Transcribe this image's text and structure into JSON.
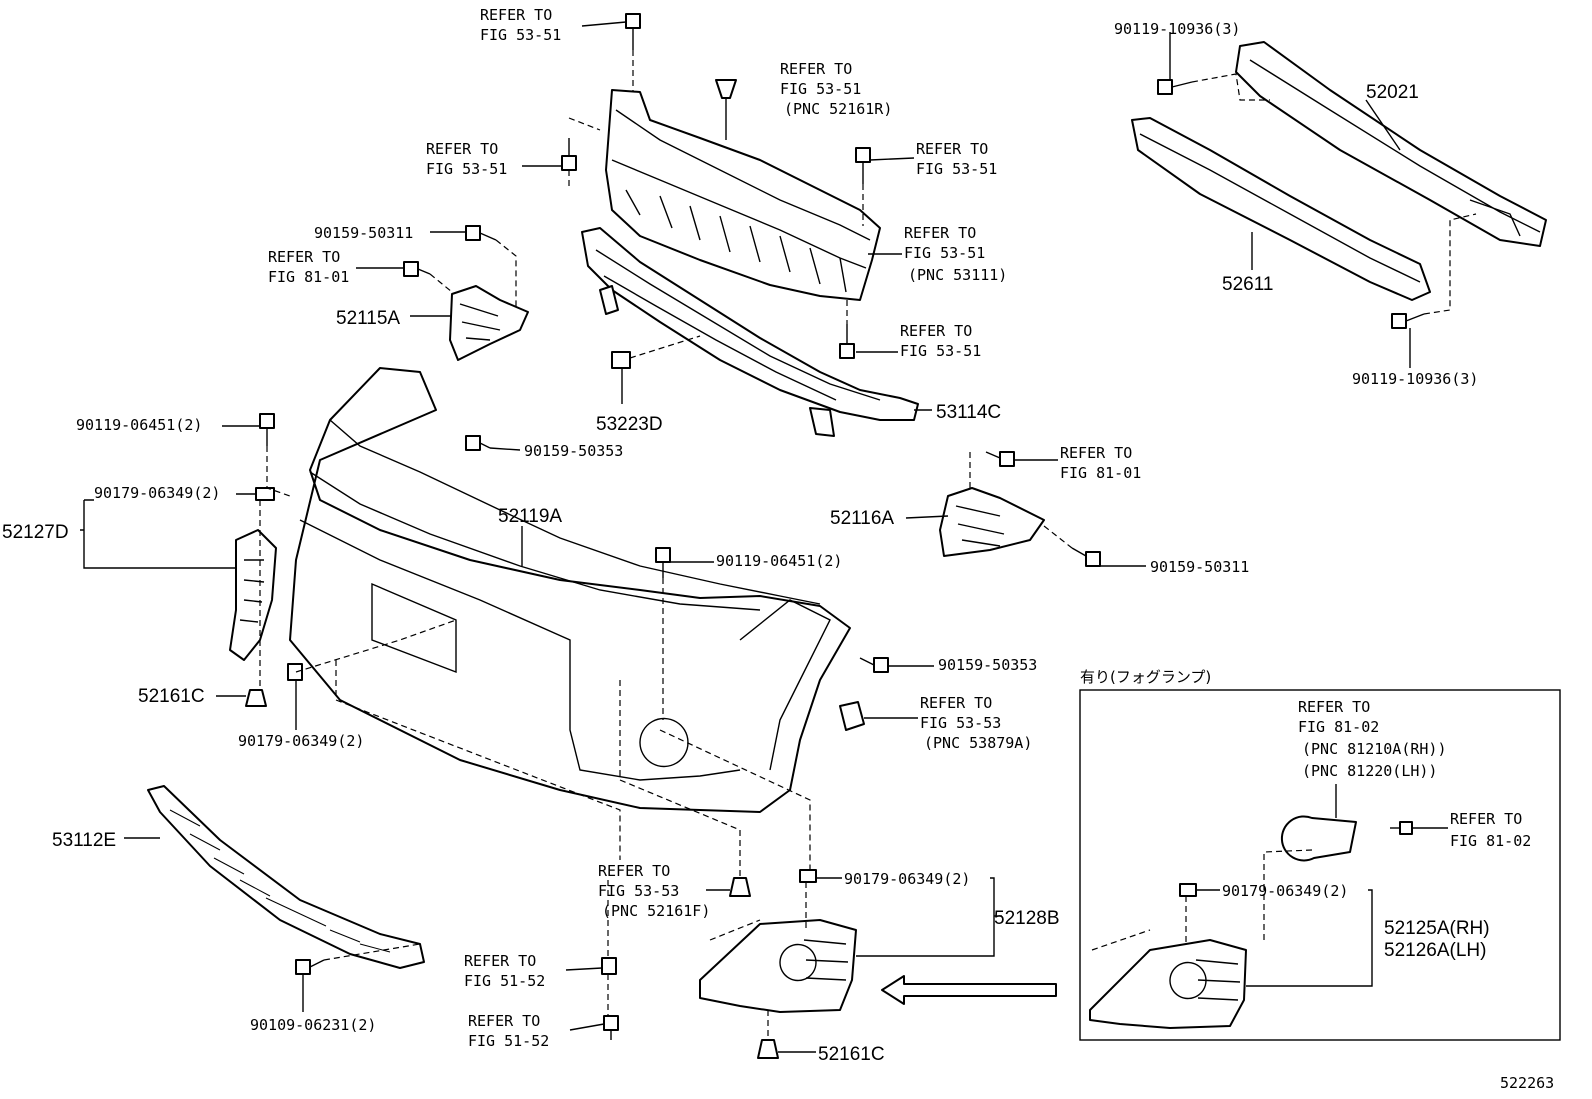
{
  "labels": {
    "ref_top": [
      "REFER TO",
      "FIG 53-51"
    ],
    "ref_clip": [
      "REFER TO",
      "FIG 53-51",
      "(PNC 52161R)"
    ],
    "ref_left_bolt": [
      "REFER TO",
      "FIG 53-51"
    ],
    "ref_right_bolt": [
      "REFER TO",
      "FIG 53-51"
    ],
    "ref_grille_pnc": [
      "REFER TO",
      "FIG 53-51",
      "(PNC 53111)"
    ],
    "ref_lower_bolt": [
      "REFER TO",
      "FIG 53-51"
    ],
    "ref_81_01_left": [
      "REFER TO",
      "FIG 81-01"
    ],
    "ref_81_01_right": [
      "REFER TO",
      "FIG 81-01"
    ],
    "ref_53_53_side": [
      "REFER TO",
      "FIG 53-53",
      "(PNC 53879A)"
    ],
    "ref_53_53_bottom": [
      "REFER TO",
      "FIG 53-53",
      "(PNC 52161F)"
    ],
    "ref_51_52_a": [
      "REFER TO",
      "FIG 51-52"
    ],
    "ref_51_52_b": [
      "REFER TO",
      "FIG 51-52"
    ],
    "ref_81_02_lamp": [
      "REFER TO",
      "FIG 81-02",
      "(PNC 81210A(RH))",
      "(PNC 81220(LH))"
    ],
    "ref_81_02_screw": [
      "REFER TO",
      "FIG 81-02"
    ],
    "p_90159_50311_left": "90159-50311",
    "p_90159_50311_right": "90159-50311",
    "p_52115A": "52115A",
    "p_53223D": "53223D",
    "p_53114C": "53114C",
    "p_90119_06451_left": "90119-06451(2)",
    "p_90119_06451_center": "90119-06451(2)",
    "p_90159_50353_top": "90159-50353",
    "p_90159_50353_right": "90159-50353",
    "p_90179_06349_left": "90179-06349(2)",
    "p_90179_06349_bottom": "90179-06349(2)",
    "p_90179_06349_center": "90179-06349(2)",
    "p_90179_06349_box": "90179-06349(2)",
    "p_52127D": "52127D",
    "p_52119A": "52119A",
    "p_52116A": "52116A",
    "p_52161C_left": "52161C",
    "p_52161C_bottom": "52161C",
    "p_53112E": "53112E",
    "p_90109_06231": "90109-06231(2)",
    "p_52128B": "52128B",
    "p_90119_10936_top": "90119-10936(3)",
    "p_90119_10936_bottom": "90119-10936(3)",
    "p_52021": "52021",
    "p_52611": "52611",
    "p_52125A": "52125A(RH)",
    "p_52126A": "52126A(LH)",
    "fog_box_title": "有り(フォグランプ)",
    "diagram_id": "522263"
  }
}
